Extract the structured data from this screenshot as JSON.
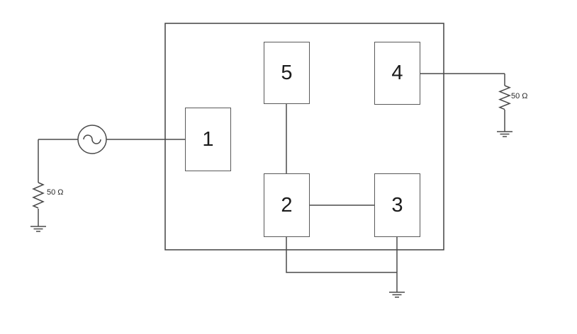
{
  "diagram": {
    "blocks": [
      {
        "label": "1"
      },
      {
        "label": "2"
      },
      {
        "label": "3"
      },
      {
        "label": "4"
      },
      {
        "label": "5"
      }
    ],
    "labels": {
      "source_resistor": "50 Ω",
      "load_resistor": "50 Ω"
    },
    "icons": {
      "ac_source": "ac-source-icon",
      "resistor": "resistor-icon",
      "ground": "ground-icon"
    },
    "colors": {
      "line": "#4a4a4a",
      "box_border": "#595959",
      "text": "#1c1c1c",
      "background": "#ffffff"
    }
  }
}
